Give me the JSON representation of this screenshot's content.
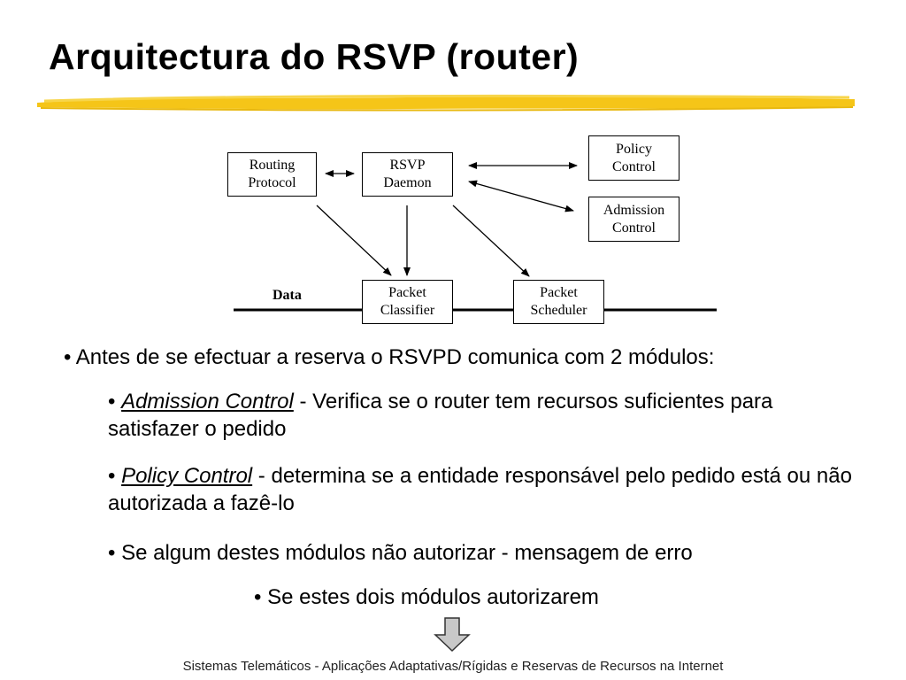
{
  "slide": {
    "title": "Arquitectura do RSVP (router)"
  },
  "diagram": {
    "routing_protocol": [
      "Routing",
      "Protocol"
    ],
    "rsvp_daemon": [
      "RSVP",
      "Daemon"
    ],
    "policy_control": [
      "Policy",
      "Control"
    ],
    "admission_control": [
      "Admission",
      "Control"
    ],
    "packet_classifier": [
      "Packet",
      "Classifier"
    ],
    "packet_scheduler": [
      "Packet",
      "Scheduler"
    ],
    "data_label": "Data"
  },
  "bullets": {
    "b1": "Antes de se efectuar a reserva o RSVPD comunica com 2 módulos:",
    "b2_term": "Admission Control",
    "b2_text": " - Verifica se o router tem recursos suficientes para satisfazer o pedido",
    "b3_term": "Policy Control",
    "b3_text": " - determina se a entidade responsável pelo pedido está ou não autorizada a fazê-lo",
    "b4": "Se algum destes módulos não autorizar - mensagem de erro",
    "b5": "Se estes dois módulos autorizarem"
  },
  "footer": {
    "text": "Sistemas Telemáticos - Aplicações Adaptativas/Rígidas e Reservas de Recursos na Internet"
  },
  "colors": {
    "highlight": "#f5c518",
    "arrow_fill": "#c8c8c8"
  }
}
